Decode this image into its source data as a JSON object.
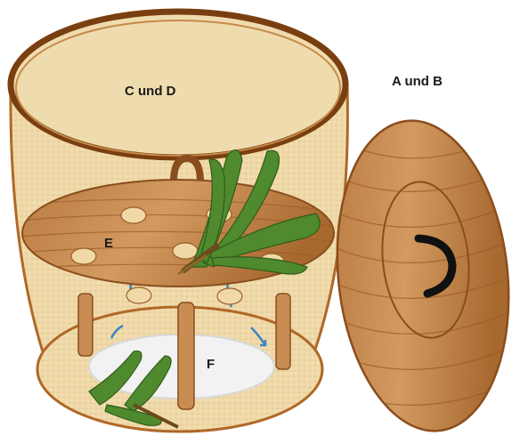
{
  "labels": {
    "container": "C und D",
    "lid": "A und B",
    "tray": "E",
    "base": "F"
  },
  "colors": {
    "rim_dark": "#7a3f10",
    "basket_fill": "#efd9a8",
    "basket_line": "#b06828",
    "wood_light": "#c98c52",
    "wood_dark": "#8a4d1d",
    "leaf": "#4f8a2e",
    "leaf_dark": "#2f5c1a",
    "arrow": "#3a84c4",
    "pad": "#f2f2f2",
    "handle": "#111111"
  },
  "icons": [
    "lid-handle-icon",
    "steam-arrow-icon",
    "leaf-bundle-icon"
  ]
}
